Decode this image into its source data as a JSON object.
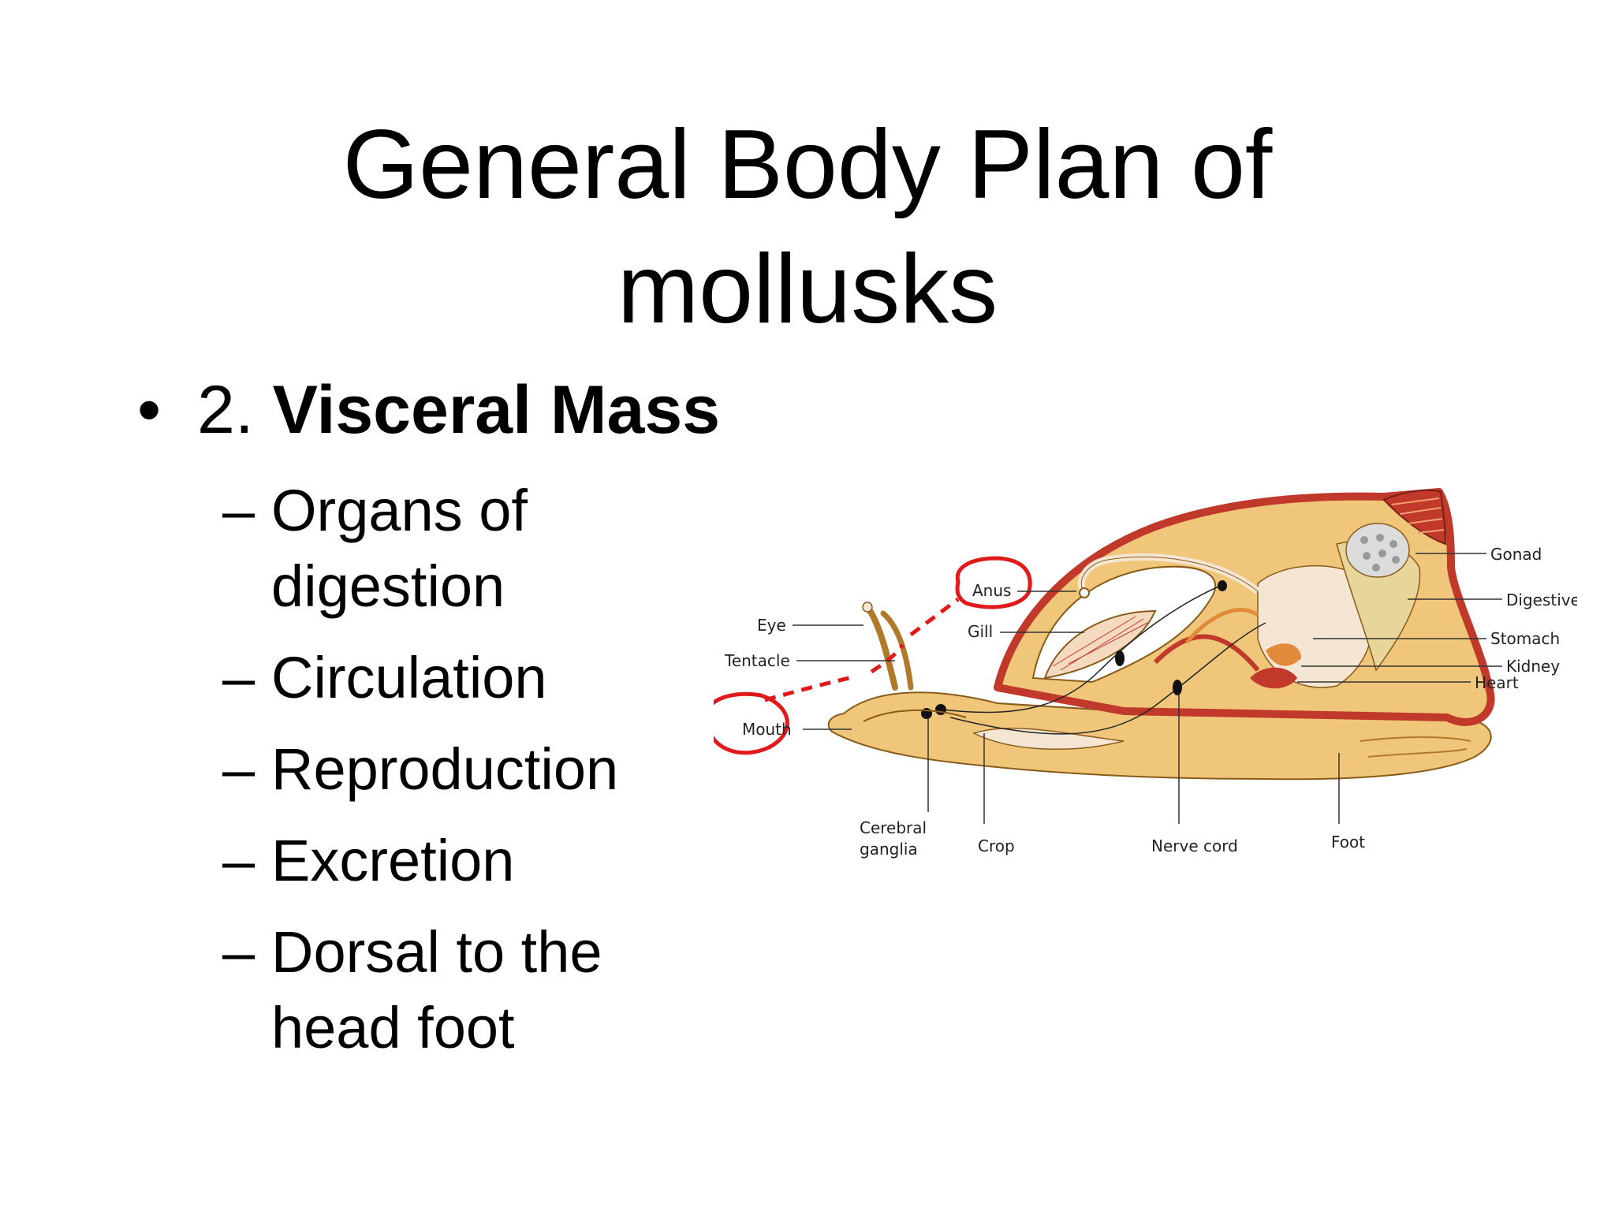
{
  "slide": {
    "title_line1": "General Body Plan of",
    "title_line2": "mollusks",
    "bullet": {
      "marker": "•",
      "prefix": "2.",
      "bold": "Visceral Mass"
    },
    "subitems": [
      {
        "dash": "–",
        "line1": "Organs of",
        "line2": "digestion"
      },
      {
        "dash": "–",
        "line1": "Circulation",
        "line2": ""
      },
      {
        "dash": "–",
        "line1": "Reproduction",
        "line2": ""
      },
      {
        "dash": "–",
        "line1": "Excretion",
        "line2": ""
      },
      {
        "dash": "–",
        "line1": "Dorsal to the",
        "line2": "head foot"
      }
    ]
  },
  "diagram": {
    "labels": {
      "eye": "Eye",
      "tentacle": "Tentacle",
      "mouth": "Mouth",
      "anus": "Anus",
      "gill": "Gill",
      "gonad": "Gonad",
      "digestive_gland": "Digestive gland",
      "stomach": "Stomach",
      "kidney": "Kidney",
      "heart": "Heart",
      "cerebral_line1": "Cerebral",
      "cerebral_line2": "ganglia",
      "crop": "Crop",
      "nerve_cord": "Nerve cord",
      "foot": "Foot"
    },
    "colors": {
      "body": "#f0c77a",
      "shell_edge": "#c0392b",
      "organ_light": "#f5e6d3",
      "annotation": "#e0191b",
      "leader": "#333333"
    }
  }
}
